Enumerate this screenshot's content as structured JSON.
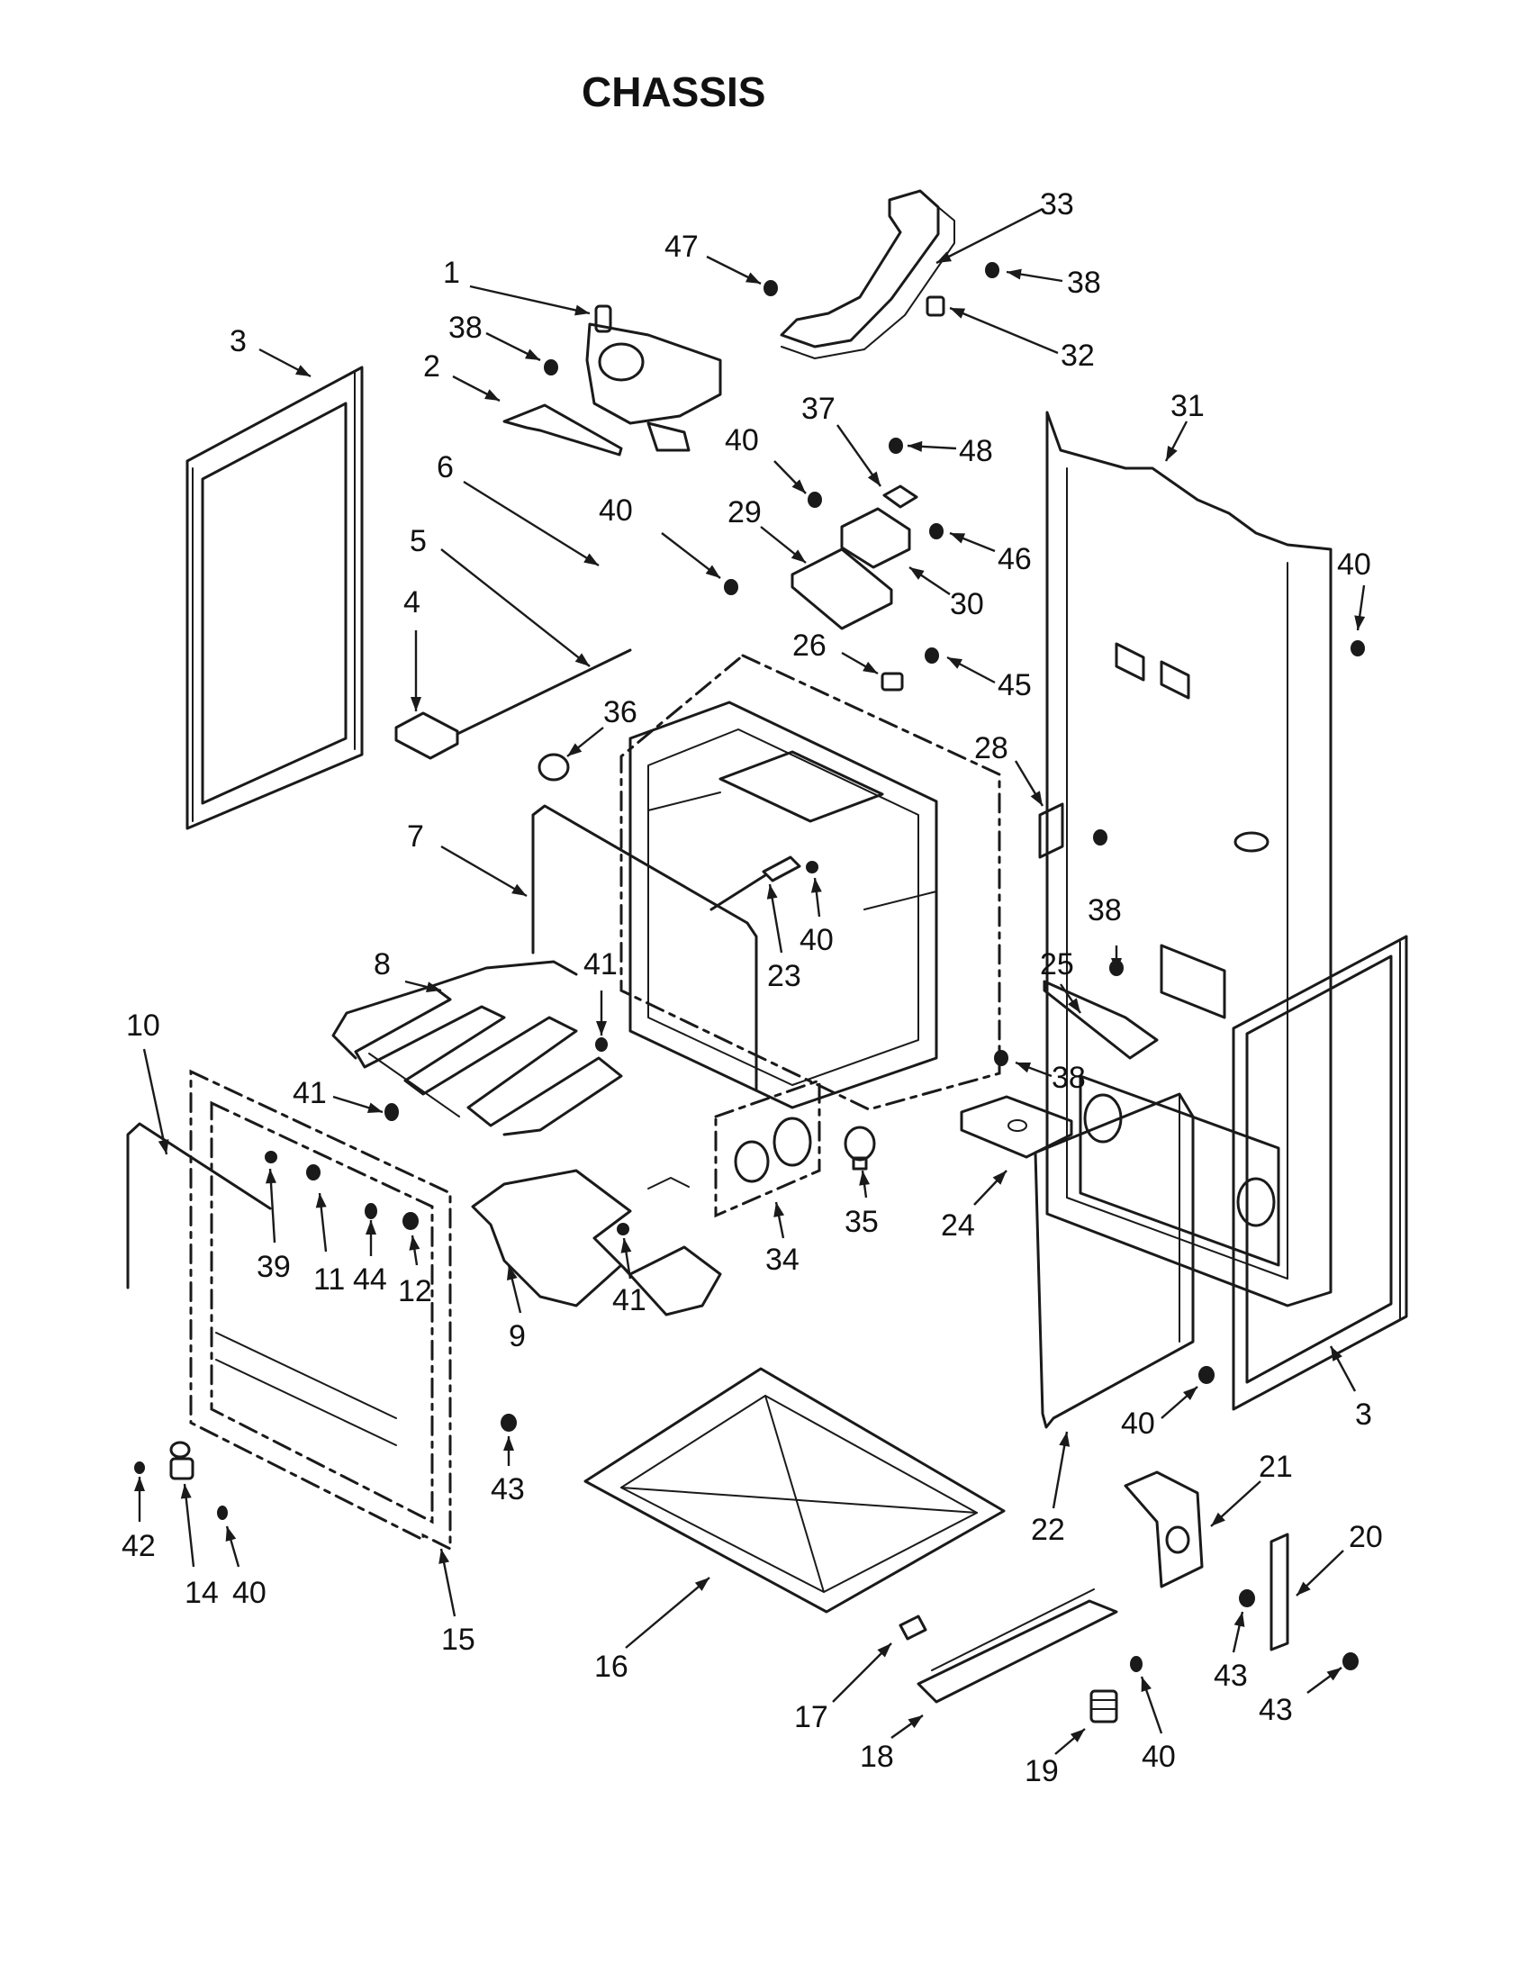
{
  "title": "CHASSIS",
  "callouts": [
    {
      "id": "c1",
      "label": "1"
    },
    {
      "id": "c2",
      "label": "2"
    },
    {
      "id": "c3a",
      "label": "3"
    },
    {
      "id": "c3b",
      "label": "3"
    },
    {
      "id": "c4",
      "label": "4"
    },
    {
      "id": "c5",
      "label": "5"
    },
    {
      "id": "c6",
      "label": "6"
    },
    {
      "id": "c7",
      "label": "7"
    },
    {
      "id": "c8",
      "label": "8"
    },
    {
      "id": "c9",
      "label": "9"
    },
    {
      "id": "c10",
      "label": "10"
    },
    {
      "id": "c11",
      "label": "11"
    },
    {
      "id": "c12",
      "label": "12"
    },
    {
      "id": "c14",
      "label": "14"
    },
    {
      "id": "c15",
      "label": "15"
    },
    {
      "id": "c16",
      "label": "16"
    },
    {
      "id": "c17",
      "label": "17"
    },
    {
      "id": "c18",
      "label": "18"
    },
    {
      "id": "c19",
      "label": "19"
    },
    {
      "id": "c20",
      "label": "20"
    },
    {
      "id": "c21",
      "label": "21"
    },
    {
      "id": "c22",
      "label": "22"
    },
    {
      "id": "c23",
      "label": "23"
    },
    {
      "id": "c24",
      "label": "24"
    },
    {
      "id": "c25",
      "label": "25"
    },
    {
      "id": "c26",
      "label": "26"
    },
    {
      "id": "c28",
      "label": "28"
    },
    {
      "id": "c29",
      "label": "29"
    },
    {
      "id": "c30",
      "label": "30"
    },
    {
      "id": "c31",
      "label": "31"
    },
    {
      "id": "c32",
      "label": "32"
    },
    {
      "id": "c33",
      "label": "33"
    },
    {
      "id": "c34",
      "label": "34"
    },
    {
      "id": "c35",
      "label": "35"
    },
    {
      "id": "c36",
      "label": "36"
    },
    {
      "id": "c37",
      "label": "37"
    },
    {
      "id": "c38a",
      "label": "38"
    },
    {
      "id": "c38b",
      "label": "38"
    },
    {
      "id": "c38c",
      "label": "38"
    },
    {
      "id": "c38d",
      "label": "38"
    },
    {
      "id": "c39",
      "label": "39"
    },
    {
      "id": "c40a",
      "label": "40"
    },
    {
      "id": "c40b",
      "label": "40"
    },
    {
      "id": "c40c",
      "label": "40"
    },
    {
      "id": "c40d",
      "label": "40"
    },
    {
      "id": "c40e",
      "label": "40"
    },
    {
      "id": "c40f",
      "label": "40"
    },
    {
      "id": "c40g",
      "label": "40"
    },
    {
      "id": "c41a",
      "label": "41"
    },
    {
      "id": "c41b",
      "label": "41"
    },
    {
      "id": "c41c",
      "label": "41"
    },
    {
      "id": "c42",
      "label": "42"
    },
    {
      "id": "c43a",
      "label": "43"
    },
    {
      "id": "c43b",
      "label": "43"
    },
    {
      "id": "c43c",
      "label": "43"
    },
    {
      "id": "c44",
      "label": "44"
    },
    {
      "id": "c45",
      "label": "45"
    },
    {
      "id": "c46",
      "label": "46"
    },
    {
      "id": "c47",
      "label": "47"
    },
    {
      "id": "c48",
      "label": "48"
    }
  ]
}
